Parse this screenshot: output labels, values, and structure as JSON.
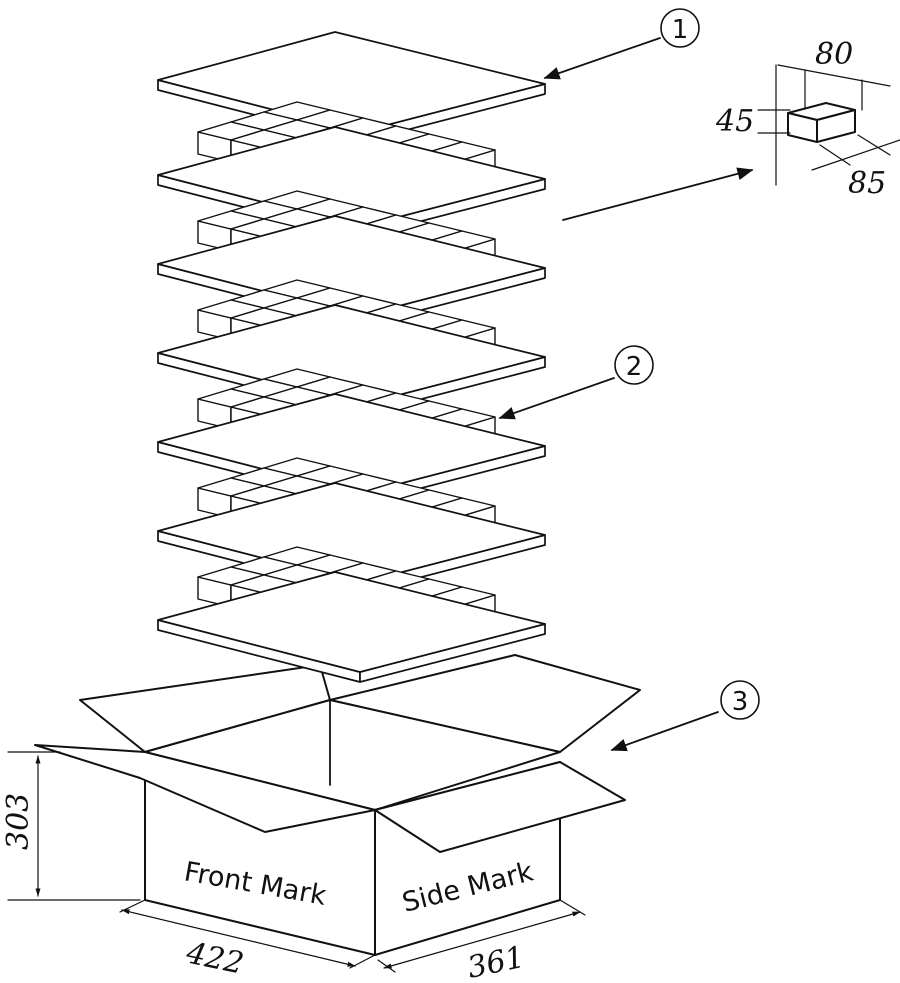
{
  "callouts": [
    {
      "label": "1",
      "name": "top-sheet"
    },
    {
      "label": "2",
      "name": "product-layer"
    },
    {
      "label": "3",
      "name": "carton-box"
    }
  ],
  "product": {
    "dimensions": {
      "length": "80",
      "height": "45",
      "width": "85"
    }
  },
  "carton": {
    "height": "303",
    "length": "422",
    "width": "361",
    "front_mark": "Front Mark",
    "side_mark": "Side Mark"
  },
  "stack": {
    "layers": 6,
    "grid_cols": 6,
    "grid_rows": 3
  },
  "colors": {
    "line": "#111111",
    "background": "#ffffff"
  }
}
